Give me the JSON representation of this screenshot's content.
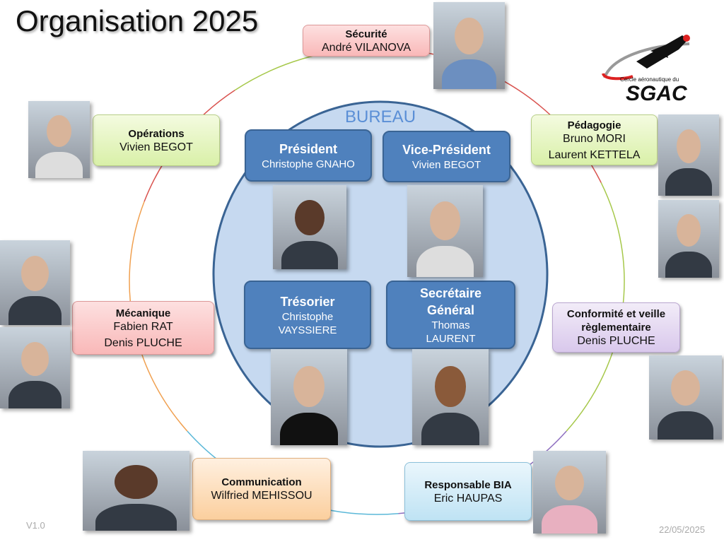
{
  "title": "Organisation 2025",
  "bureau": {
    "label": "BUREAU",
    "president": {
      "role": "Président",
      "name": "Christophe GNAHO"
    },
    "vice_president": {
      "role": "Vice-Président",
      "name": "Vivien BEGOT"
    },
    "tresorier": {
      "role": "Trésorier",
      "name1": "Christophe",
      "name2": "VAYSSIERE"
    },
    "secretaire": {
      "role1": "Secrétaire",
      "role2": "Général",
      "name1": "Thomas",
      "name2": "LAURENT"
    }
  },
  "roles": {
    "securite": {
      "role": "Sécurité",
      "name": "André VILANOVA"
    },
    "operations": {
      "role": "Opérations",
      "name": "Vivien BEGOT"
    },
    "pedagogie": {
      "role": "Pédagogie",
      "name1": "Bruno MORI",
      "name2": "Laurent KETTELA"
    },
    "mecanique": {
      "role": "Mécanique",
      "name1": "Fabien RAT",
      "name2": "Denis PLUCHE"
    },
    "conformite": {
      "role1": "Conformité et veille",
      "role2": "règlementaire",
      "name": "Denis PLUCHE"
    },
    "communication": {
      "role": "Communication",
      "name": "Wilfried MEHISSOU"
    },
    "bia": {
      "role": "Responsable BIA",
      "name": "Eric HAUPAS"
    }
  },
  "logo": {
    "tagline": "Cercle aéronautique du",
    "name": "SGAC"
  },
  "footer": {
    "version": "V1.0",
    "date": "22/05/2025"
  }
}
